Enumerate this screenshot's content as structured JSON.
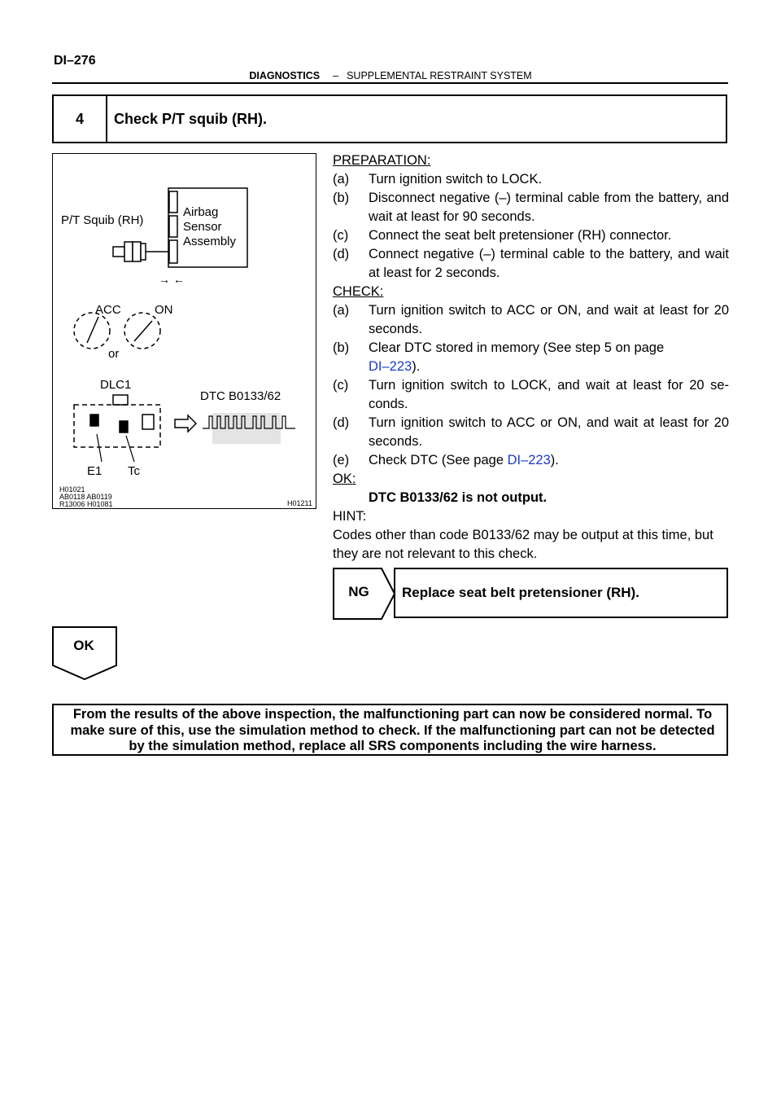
{
  "header": {
    "page_id": "DI–276",
    "section": "DIAGNOSTICS",
    "separator": "–",
    "subsection": "SUPPLEMENTAL RESTRAINT SYSTEM"
  },
  "step": {
    "number": "4",
    "title": "Check P/T squib (RH)."
  },
  "figure": {
    "label_squib": "P/T  Squib (RH)",
    "label_airbag_1": "Airbag",
    "label_airbag_2": "Sensor",
    "label_airbag_3": "Assembly",
    "arrows": "→ ←",
    "label_acc": "ACC",
    "label_on": "ON",
    "label_or": "or",
    "label_dlc1": "DLC1",
    "label_dtc": "DTC B0133/62",
    "label_e1": "E1",
    "label_tc": "Tc",
    "ref_1": "H01021",
    "ref_2": "AB0118  AB0119",
    "ref_3": "R13006  H01081",
    "ref_right": "H01211"
  },
  "preparation": {
    "heading": "PREPARATION:",
    "items": [
      {
        "label": "(a)",
        "text": "Turn ignition switch to LOCK."
      },
      {
        "label": "(b)",
        "text": "Disconnect negative (–) terminal cable from the battery, and wait at least for 90 seconds."
      },
      {
        "label": "(c)",
        "text": "Connect the seat belt pretensioner (RH) connector."
      },
      {
        "label": "(d)",
        "text": "Connect negative (–) terminal cable to the battery, and wait at least for 2 seconds."
      }
    ]
  },
  "check": {
    "heading": "CHECK:",
    "item_a_label": "(a)",
    "item_a_text": "Turn ignition switch to ACC or ON, and wait at least for 20 seconds.",
    "item_b_label": "(b)",
    "item_b_text": "Clear DTC stored in memory (See step 5 on page",
    "item_b_link": "DI–223",
    "item_b_end": ").",
    "item_c_label": "(c)",
    "item_c_text": "Turn ignition switch to LOCK, and wait at least for 20 se- conds.",
    "item_d_label": "(d)",
    "item_d_text": "Turn ignition switch to ACC or ON, and wait at least for 20 seconds.",
    "item_e_label": "(e)",
    "item_e_text": "Check DTC (See page ",
    "item_e_link": "DI–223",
    "item_e_end": ")."
  },
  "ok": {
    "heading": "OK:",
    "text": "DTC B0133/62 is not output."
  },
  "hint": {
    "heading": "HINT:",
    "text": "Codes other than code B0133/62 may be output at this time, but they are not relevant to this check."
  },
  "ng_branch": {
    "label": "NG",
    "action": "Replace seat belt pretensioner (RH)."
  },
  "ok_branch": {
    "label": "OK"
  },
  "conclusion": {
    "text": "From the results of the above inspection, the malfunctioning part can now be considered normal. To make sure of this, use the simulation method to check. If the malfunctioning part can not be detected by the simulation method, replace all SRS components including the wire harness."
  }
}
